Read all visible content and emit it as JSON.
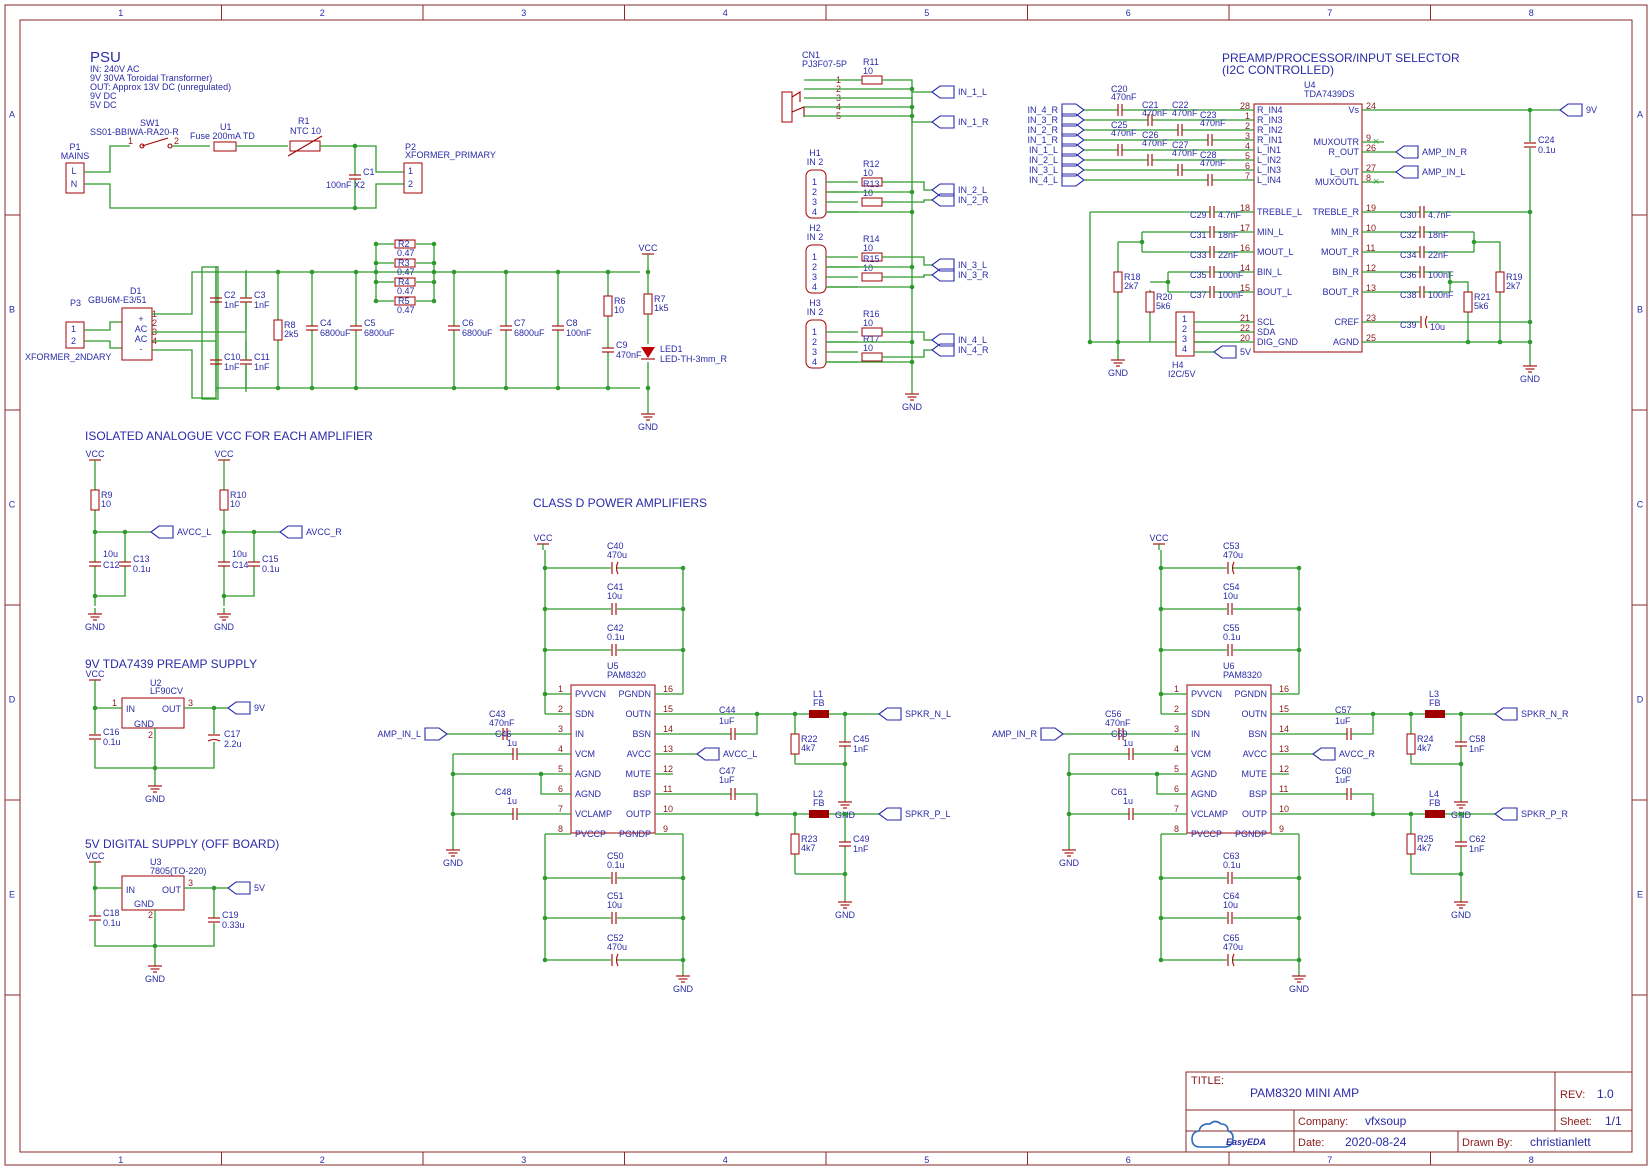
{
  "frame": {
    "cols": [
      "1",
      "2",
      "3",
      "4",
      "5",
      "6",
      "7",
      "8"
    ],
    "rows": [
      "A",
      "B",
      "C",
      "D",
      "E"
    ]
  },
  "titles": {
    "psu": "PSU",
    "psu_notes": [
      "IN: 240V AC",
      "9V 30VA Toroidal Transformer)",
      "OUT: Approx 13V DC (unregulated)",
      "9V DC",
      "5V DC"
    ],
    "preamp": "PREAMP/PROCESSOR/INPUT SELECTOR",
    "preamp_sub": "(I2C CONTROLLED)",
    "avcc": "ISOLATED ANALOGUE VCC FOR EACH AMPLIFIER",
    "classd": "CLASS D POWER AMPLIFIERS",
    "supply9": "9V TDA7439 PREAMP SUPPLY",
    "supply5": "5V DIGITAL SUPPLY (OFF BOARD)"
  },
  "titleblock": {
    "title_label": "TITLE:",
    "title": "PAM8320 MINI AMP",
    "rev_label": "REV:",
    "rev": "1.0",
    "company_label": "Company:",
    "company": "vfxsoup",
    "sheet_label": "Sheet:",
    "sheet": "1/1",
    "date_label": "Date:",
    "date": "2020-08-24",
    "drawn_label": "Drawn By:",
    "drawn": "christianlett",
    "logo": "EasyEDA"
  },
  "psu": {
    "p1": "P1",
    "p1_val": "MAINS",
    "p1_pins": [
      "L",
      "N"
    ],
    "sw1": "SW1",
    "sw1_val": "SS01-BBIWA-RA20-R",
    "u1": "U1",
    "u1_val": "Fuse 200mA TD",
    "r1": "R1",
    "r1_val": "NTC 10",
    "c1": "C1",
    "c1_val": "100nF X2",
    "p2": "P2",
    "p2_val": "XFORMER_PRIMARY",
    "p3": "P3",
    "p3_val": "XFORMER_2NDARY",
    "d1": "D1",
    "d1_val": "GBU6M-E3/51",
    "caps": [
      {
        "ref": "C2",
        "val": "1nF"
      },
      {
        "ref": "C3",
        "val": "1nF"
      },
      {
        "ref": "C10",
        "val": "1nF"
      },
      {
        "ref": "C11",
        "val": "1nF"
      },
      {
        "ref": "C4",
        "val": "6800uF"
      },
      {
        "ref": "C5",
        "val": "6800uF"
      },
      {
        "ref": "C6",
        "val": "6800uF"
      },
      {
        "ref": "C7",
        "val": "6800uF"
      },
      {
        "ref": "C8",
        "val": "100nF"
      },
      {
        "ref": "C9",
        "val": "470nF"
      }
    ],
    "r8": "R8",
    "r8_val": "2k5",
    "rpar": [
      {
        "ref": "R2",
        "val": "0.47"
      },
      {
        "ref": "R3",
        "val": "0.47"
      },
      {
        "ref": "R4",
        "val": "0.47"
      },
      {
        "ref": "R5",
        "val": "0.47"
      }
    ],
    "r6": "R6",
    "r6_val": "10",
    "r7": "R7",
    "r7_val": "1k5",
    "led": "LED1",
    "led_val": "LED-TH-3mm_R",
    "vcc": "VCC",
    "gnd": "GND"
  },
  "inputs": {
    "cn1": "CN1",
    "cn1_val": "PJ3F07-5P",
    "h": [
      {
        "ref": "H1",
        "val": "IN 2"
      },
      {
        "ref": "H2",
        "val": "IN 2"
      },
      {
        "ref": "H3",
        "val": "IN 2"
      }
    ],
    "res": [
      {
        "ref": "R11",
        "val": "10"
      },
      {
        "ref": "R12",
        "val": "10"
      },
      {
        "ref": "R13",
        "val": "10"
      },
      {
        "ref": "R14",
        "val": "10"
      },
      {
        "ref": "R15",
        "val": "10"
      },
      {
        "ref": "R16",
        "val": "10"
      },
      {
        "ref": "R17",
        "val": "10"
      }
    ],
    "nets": [
      "IN_1_L",
      "IN_1_R",
      "IN_2_L",
      "IN_2_R",
      "IN_3_L",
      "IN_3_R",
      "IN_4_L",
      "IN_4_R"
    ],
    "gnd": "GND"
  },
  "preamp": {
    "u4": "U4",
    "u4_val": "TDA7439DS",
    "left_pins": [
      {
        "n": "28",
        "name": "R_IN4"
      },
      {
        "n": "1",
        "name": "R_IN3"
      },
      {
        "n": "2",
        "name": "R_IN2"
      },
      {
        "n": "3",
        "name": "R_IN1"
      },
      {
        "n": "4",
        "name": "L_IN1"
      },
      {
        "n": "5",
        "name": "L_IN2"
      },
      {
        "n": "6",
        "name": "L_IN3"
      },
      {
        "n": "7",
        "name": "L_IN4"
      },
      {
        "n": "18",
        "name": "TREBLE_L"
      },
      {
        "n": "17",
        "name": "MIN_L"
      },
      {
        "n": "16",
        "name": "MOUT_L"
      },
      {
        "n": "14",
        "name": "BIN_L"
      },
      {
        "n": "15",
        "name": "BOUT_L"
      },
      {
        "n": "21",
        "name": "SCL"
      },
      {
        "n": "22",
        "name": "SDA"
      },
      {
        "n": "20",
        "name": "DIG_GND"
      }
    ],
    "right_pins": [
      {
        "n": "24",
        "name": "Vs"
      },
      {
        "n": "9",
        "name": "MUXOUTR"
      },
      {
        "n": "26",
        "name": "R_OUT"
      },
      {
        "n": "27",
        "name": "L_OUT"
      },
      {
        "n": "8",
        "name": "MUXOUTL"
      },
      {
        "n": "19",
        "name": "TREBLE_R"
      },
      {
        "n": "10",
        "name": "MIN_R"
      },
      {
        "n": "11",
        "name": "MOUT_R"
      },
      {
        "n": "12",
        "name": "BIN_R"
      },
      {
        "n": "13",
        "name": "BOUT_R"
      },
      {
        "n": "23",
        "name": "CREF"
      },
      {
        "n": "25",
        "name": "AGND"
      }
    ],
    "in_nets": [
      "IN_4_R",
      "IN_3_R",
      "IN_2_R",
      "IN_1_R",
      "IN_1_L",
      "IN_2_L",
      "IN_3_L",
      "IN_4_L"
    ],
    "in_caps": [
      {
        "ref": "C20",
        "val": "470nF"
      },
      {
        "ref": "C21",
        "val": "470nF"
      },
      {
        "ref": "C22",
        "val": "470nF"
      },
      {
        "ref": "C23",
        "val": "470nF"
      },
      {
        "ref": "C25",
        "val": "470nF"
      },
      {
        "ref": "C26",
        "val": "470nF"
      },
      {
        "ref": "C27",
        "val": "470nF"
      },
      {
        "ref": "C28",
        "val": "470nF"
      }
    ],
    "left_caps": [
      {
        "ref": "C29",
        "val": "4.7nF"
      },
      {
        "ref": "C31",
        "val": "18nF"
      },
      {
        "ref": "C33",
        "val": "22nF"
      },
      {
        "ref": "C35",
        "val": "100nF"
      },
      {
        "ref": "C37",
        "val": "100nF"
      }
    ],
    "right_caps": [
      {
        "ref": "C30",
        "val": "4.7nF"
      },
      {
        "ref": "C32",
        "val": "18nF"
      },
      {
        "ref": "C34",
        "val": "22nF"
      },
      {
        "ref": "C36",
        "val": "100nF"
      },
      {
        "ref": "C38",
        "val": "100nF"
      },
      {
        "ref": "C39",
        "val": "10u"
      }
    ],
    "r18": "R18",
    "r18_val": "2k7",
    "r20": "R20",
    "r20_val": "5k6",
    "r19": "R19",
    "r19_val": "2k7",
    "r21": "R21",
    "r21_val": "5k6",
    "c24": "C24",
    "c24_val": "0.1u",
    "h4": "H4",
    "h4_val": "I2C/5V",
    "net_9v": "9V",
    "net_5v": "5V",
    "amp_in_r": "AMP_IN_R",
    "amp_in_l": "AMP_IN_L",
    "gnd": "GND"
  },
  "avcc": {
    "left": {
      "r": "R9",
      "rv": "10",
      "c1": "C12",
      "c1v": "10u",
      "c2": "C13",
      "c2v": "0.1u",
      "net": "AVCC_L"
    },
    "right": {
      "r": "R10",
      "rv": "10",
      "c1": "C14",
      "c1v": "10u",
      "c2": "C15",
      "c2v": "0.1u",
      "net": "AVCC_R"
    },
    "vcc": "VCC",
    "gnd": "GND"
  },
  "reg9": {
    "u": "U2",
    "uv": "LF90CV",
    "c1": "C16",
    "c1v": "0.1u",
    "c2": "C17",
    "c2v": "2.2u",
    "net": "9V",
    "pins": [
      "IN",
      "OUT",
      "GND"
    ]
  },
  "reg5": {
    "u": "U3",
    "uv": "7805(TO-220)",
    "c1": "C18",
    "c1v": "0.1u",
    "c2": "C19",
    "c2v": "0.33u",
    "net": "5V",
    "pins": [
      "IN",
      "OUT",
      "GND"
    ]
  },
  "amps": [
    {
      "u": "U5",
      "uv": "PAM8320",
      "in_net": "AMP_IN_L",
      "avcc_net": "AVCC_L",
      "spk_n": "SPKR_N_L",
      "spk_p": "SPKR_P_L",
      "top_caps": [
        {
          "ref": "C40",
          "val": "470u"
        },
        {
          "ref": "C41",
          "val": "10u"
        },
        {
          "ref": "C42",
          "val": "0.1u"
        }
      ],
      "bot_caps": [
        {
          "ref": "C50",
          "val": "0.1u"
        },
        {
          "ref": "C51",
          "val": "10u"
        },
        {
          "ref": "C52",
          "val": "470u"
        }
      ],
      "in_cap": {
        "ref": "C43",
        "val": "470nF"
      },
      "vcm_cap": {
        "ref": "C46",
        "val": "1u"
      },
      "clamp_cap": {
        "ref": "C48",
        "val": "1u"
      },
      "bsn_cap": {
        "ref": "C44",
        "val": "1uF"
      },
      "bsp_cap": {
        "ref": "C47",
        "val": "1uF"
      },
      "l_n": {
        "ref": "L1",
        "val": "FB"
      },
      "l_p": {
        "ref": "L2",
        "val": "FB"
      },
      "r_n": {
        "ref": "R22",
        "val": "4k7"
      },
      "r_p": {
        "ref": "R23",
        "val": "4k7"
      },
      "c_n": {
        "ref": "C45",
        "val": "1nF"
      },
      "c_p": {
        "ref": "C49",
        "val": "1nF"
      }
    },
    {
      "u": "U6",
      "uv": "PAM8320",
      "in_net": "AMP_IN_R",
      "avcc_net": "AVCC_R",
      "spk_n": "SPKR_N_R",
      "spk_p": "SPKR_P_R",
      "top_caps": [
        {
          "ref": "C53",
          "val": "470u"
        },
        {
          "ref": "C54",
          "val": "10u"
        },
        {
          "ref": "C55",
          "val": "0.1u"
        }
      ],
      "bot_caps": [
        {
          "ref": "C63",
          "val": "0.1u"
        },
        {
          "ref": "C64",
          "val": "10u"
        },
        {
          "ref": "C65",
          "val": "470u"
        }
      ],
      "in_cap": {
        "ref": "C56",
        "val": "470nF"
      },
      "vcm_cap": {
        "ref": "C59",
        "val": "1u"
      },
      "clamp_cap": {
        "ref": "C61",
        "val": "1u"
      },
      "bsn_cap": {
        "ref": "C57",
        "val": "1uF"
      },
      "bsp_cap": {
        "ref": "C60",
        "val": "1uF"
      },
      "l_n": {
        "ref": "L3",
        "val": "FB"
      },
      "l_p": {
        "ref": "L4",
        "val": "FB"
      },
      "r_n": {
        "ref": "R24",
        "val": "4k7"
      },
      "r_p": {
        "ref": "R25",
        "val": "4k7"
      },
      "c_n": {
        "ref": "C58",
        "val": "1nF"
      },
      "c_p": {
        "ref": "C62",
        "val": "1nF"
      }
    }
  ],
  "amp_pins_left": [
    {
      "n": "1",
      "name": "PVVCN"
    },
    {
      "n": "2",
      "name": "SDN"
    },
    {
      "n": "3",
      "name": "IN"
    },
    {
      "n": "4",
      "name": "VCM"
    },
    {
      "n": "5",
      "name": "AGND"
    },
    {
      "n": "6",
      "name": "AGND"
    },
    {
      "n": "7",
      "name": "VCLAMP"
    },
    {
      "n": "8",
      "name": "PVCCP"
    }
  ],
  "amp_pins_right": [
    {
      "n": "16",
      "name": "PGNDN"
    },
    {
      "n": "15",
      "name": "OUTN"
    },
    {
      "n": "14",
      "name": "BSN"
    },
    {
      "n": "13",
      "name": "AVCC"
    },
    {
      "n": "12",
      "name": "MUTE"
    },
    {
      "n": "11",
      "name": "BSP"
    },
    {
      "n": "10",
      "name": "OUTP"
    },
    {
      "n": "9",
      "name": "PGNDP"
    }
  ],
  "common": {
    "vcc": "VCC",
    "gnd": "GND"
  }
}
